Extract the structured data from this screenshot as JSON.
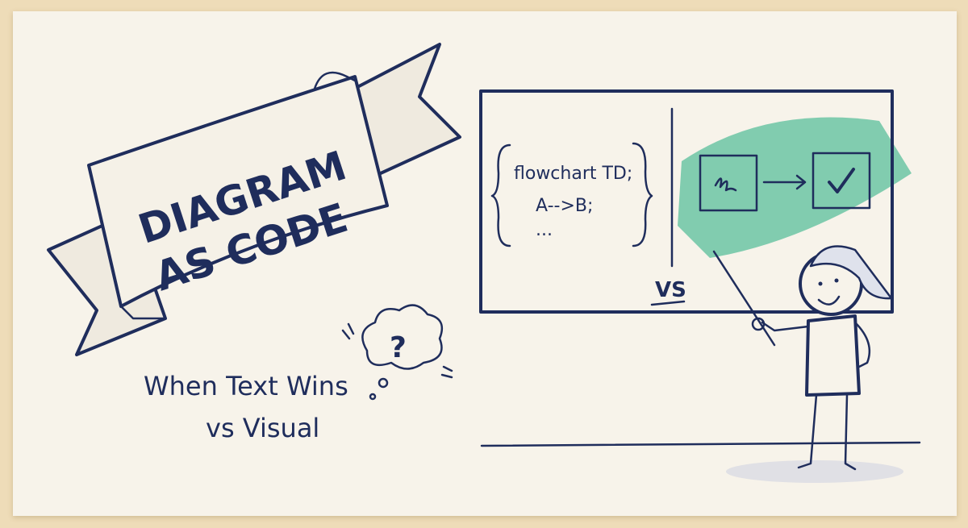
{
  "banner": {
    "line1": "DIAGRAM",
    "line2": "AS CODE"
  },
  "subtitle": {
    "line1": "When Text Wins",
    "line2": "vs Visual"
  },
  "thought_bubble": {
    "symbol": "?"
  },
  "whiteboard": {
    "code_lines": [
      "flowchart TD;",
      "A-->B;",
      "..."
    ],
    "vs_label": "VS",
    "highlight_color": "#6cc4a4",
    "node_icons": [
      "scribble-icon",
      "checkmark-icon"
    ]
  },
  "colors": {
    "ink": "#1f2d5c",
    "paper": "#f7f3ea",
    "background": "#eedcb8"
  }
}
